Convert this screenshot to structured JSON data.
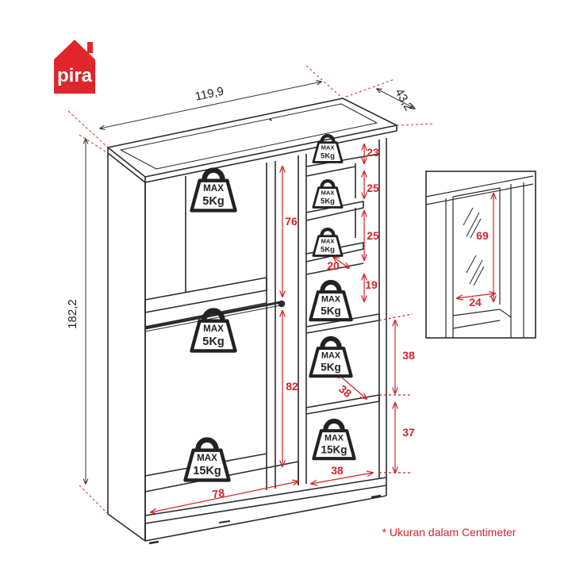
{
  "brand": {
    "name": "pira",
    "color": "#e0262c"
  },
  "colors": {
    "line": "#2b2b2b",
    "dimension_red": "#d0252b",
    "background": "#ffffff"
  },
  "overall": {
    "width": "119,9",
    "depth": "43,2",
    "height": "182,2"
  },
  "inner": {
    "left_top_height": "76",
    "left_bottom_height": "82",
    "bottom_width": "78",
    "shelf_heights": [
      "23",
      "25",
      "25",
      "19"
    ],
    "shelf_depth": "20",
    "lower_heights": [
      "38",
      "37"
    ],
    "lower_depth": "38",
    "bottom_shelf_width": "38"
  },
  "detail": {
    "height": "69",
    "width": "24"
  },
  "weights": {
    "max_label": "MAX",
    "small": "5Kg",
    "large": "15Kg"
  },
  "footnote": "* Ukuran dalam Centimeter"
}
